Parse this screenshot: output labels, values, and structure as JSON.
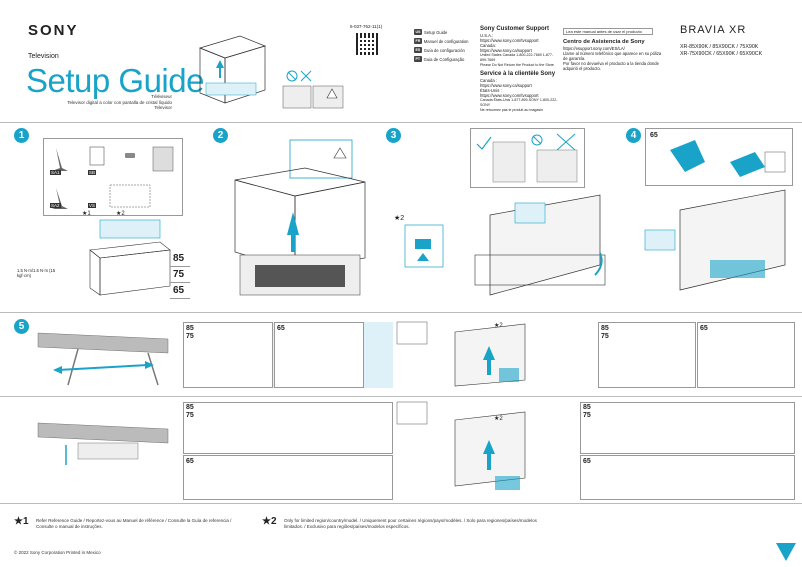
{
  "header": {
    "brand": "SONY",
    "category": "Television",
    "title": "Setup Guide",
    "subtitle_lines": [
      "Téléviseur",
      "Televisor digital a color con pantalla de cristal líquido",
      "Televisor"
    ],
    "doc_code": "5-037-762-11(1)"
  },
  "languages": [
    {
      "code": "US",
      "label": "Setup Guide"
    },
    {
      "code": "FR",
      "label": "Manuel de configuration"
    },
    {
      "code": "ES",
      "label": "Guía de configuración"
    },
    {
      "code": "PT",
      "label": "Guia de Configuração"
    }
  ],
  "support": {
    "title": "Sony Customer Support",
    "lines": [
      "U.S.A.:",
      "https://www.sony.com/tvsupport",
      "Canada:",
      "https://www.sony.ca/support"
    ],
    "phones": "United States  Canada   1-800-222-7669   1-877-899-7669",
    "notice": "Please Do Not Return the Product to the Store"
  },
  "support_fr": {
    "title": "Service à la clientèle Sony",
    "lines": [
      "Canada :",
      "https://www.sony.ca/support",
      "États-Unis :",
      "https://www.sony.com/tvsupport"
    ],
    "phones": "Canada   États-Unis   1-877-899-SONY   1-800-222-SONY",
    "notice": "Ne retournez pas le produit au magasin"
  },
  "read_note": "Lea este manual antes de usar el producto",
  "centro": {
    "title": "Centro de Asistencia de Sony",
    "lines": [
      "https://esupport.sony.com/ES/LA/",
      "Llame al número telefónico que aparece en su póliza de garantía.",
      "Por favor no devuelva el producto a la tienda donde adquirió el producto."
    ]
  },
  "bravia": {
    "logo": "BRAVIA XR",
    "models": [
      "XR-85X90K / 85X90CK / 75X90K",
      "XR-75X90CK / 65X90K / 65X90CK"
    ]
  },
  "steps": {
    "s1": "1",
    "s2": "2",
    "s3": "3",
    "s4": "4",
    "s5": "5"
  },
  "parts": {
    "p1": "SA1",
    "p2": "SB",
    "p3": "SA2",
    "p4": "VS",
    "screw": "1.5 N·m/1.5 N·m (15 kgf·cm)"
  },
  "stars": {
    "a": "★1",
    "b": "★2"
  },
  "sizes": [
    "85",
    "75",
    "65"
  ],
  "footnotes": {
    "n1": "Refer Reference Guide / Reportez-vous au Manuel de référence / Consulte la Guía de referencia / Consulte o manual de instruções.",
    "n2": "Only for limited region/country/model. / Uniquement pour certaines régions/pays/modèles. / Solo para regiones/países/modelos limitados. / Exclusivo para regiões/países/modelos específicos."
  },
  "copyright": "© 2022 Sony Corporation   Printed in Mexico",
  "colors": {
    "accent": "#1aa3c9",
    "light": "#dff1f8"
  }
}
